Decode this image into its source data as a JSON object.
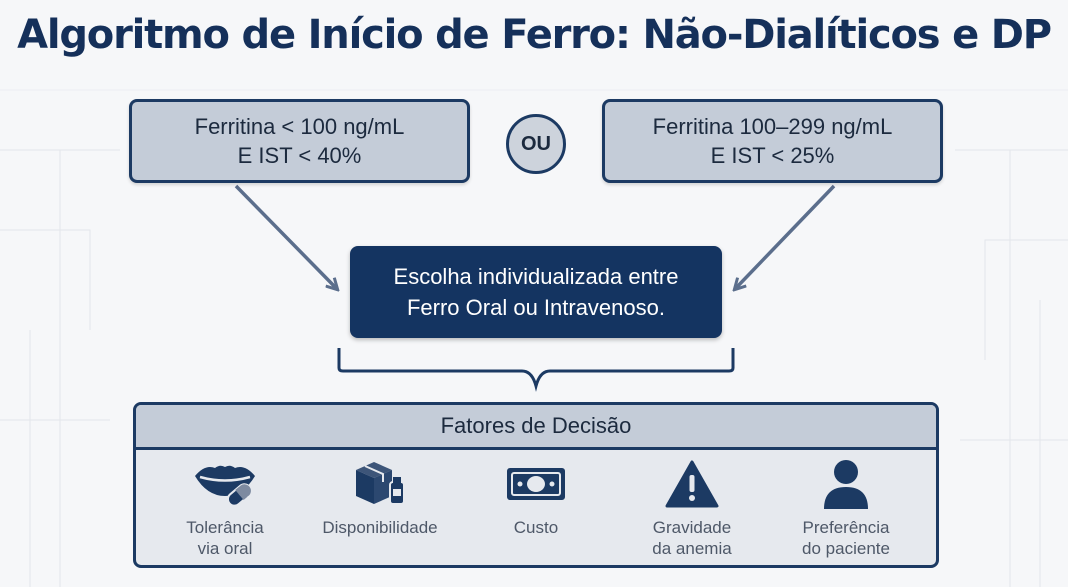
{
  "title": "Algoritmo de Início de Ferro: Não-Dialíticos e DP",
  "criteria_left": {
    "line1": "Ferritina < 100 ng/mL",
    "line2": "E IST < 40%"
  },
  "or_label": "OU",
  "criteria_right": {
    "line1": "Ferritina 100–299 ng/mL",
    "line2": "E IST < 25%"
  },
  "choice": {
    "line1": "Escolha individualizada entre",
    "line2": "Ferro Oral ou Intravenoso."
  },
  "factors": {
    "header": "Fatores de Decisão",
    "items": [
      {
        "icon": "lips-pill-icon",
        "line1": "Tolerância",
        "line2": "via oral"
      },
      {
        "icon": "box-bottle-icon",
        "line1": "Disponibilidade",
        "line2": ""
      },
      {
        "icon": "banknote-icon",
        "line1": "Custo",
        "line2": ""
      },
      {
        "icon": "warning-triangle-icon",
        "line1": "Gravidade",
        "line2": "da anemia"
      },
      {
        "icon": "person-icon",
        "line1": "Preferência",
        "line2": "do paciente"
      }
    ]
  },
  "colors": {
    "primary_dark": "#143461",
    "box_fill": "#c4ccd8",
    "panel_fill": "#e6e9ee",
    "arrow": "#5b6e8c"
  }
}
